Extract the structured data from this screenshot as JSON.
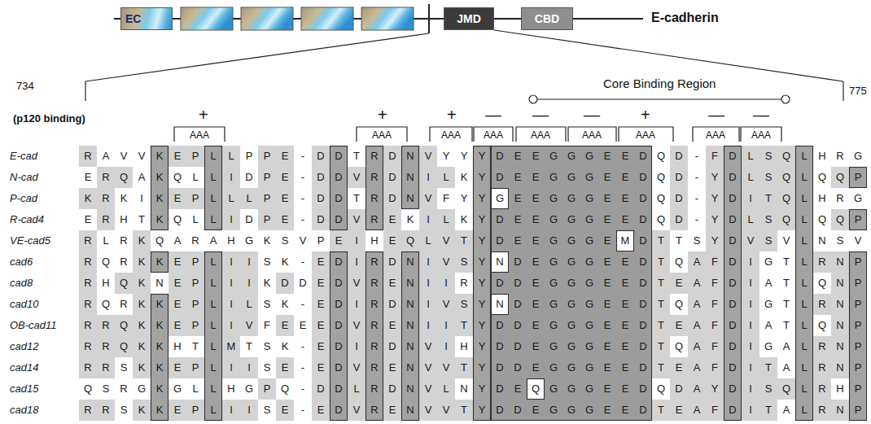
{
  "diagram": {
    "nodes": [
      {
        "text": [
          "EC"
        ]
      },
      {
        "text": [
          "JMD"
        ]
      },
      {
        "text": [
          "CBD"
        ]
      }
    ],
    "labels": [
      "E-cadherin",
      "734",
      "775",
      "(p120 binding)",
      "Core Binding Region",
      "+",
      "+",
      "+",
      "—",
      "—",
      "—",
      "+",
      "—",
      "—",
      "AAA",
      "AAA",
      "AAA",
      "AAA",
      "AAA",
      "AAA",
      "AAA",
      "AAA",
      "AAA",
      "E-cad",
      "R",
      "A",
      "V",
      "V",
      "K",
      "E",
      "P",
      "L",
      "L",
      "P",
      "P",
      "E",
      "-",
      "D",
      "D",
      "T",
      "R",
      "D",
      "N",
      "V",
      "Y",
      "Y",
      "Y",
      "D",
      "E",
      "E",
      "G",
      "G",
      "G",
      "E",
      "E",
      "D",
      "Q",
      "D",
      "-",
      "F",
      "D",
      "L",
      "S",
      "Q",
      "L",
      "H",
      "R",
      "G",
      "N-cad",
      "E",
      "R",
      "Q",
      "A",
      "K",
      "Q",
      "L",
      "L",
      "I",
      "D",
      "P",
      "E",
      "-",
      "D",
      "D",
      "V",
      "R",
      "D",
      "N",
      "I",
      "L",
      "K",
      "Y",
      "D",
      "E",
      "E",
      "G",
      "G",
      "G",
      "E",
      "E",
      "D",
      "Q",
      "D",
      "-",
      "Y",
      "D",
      "L",
      "S",
      "Q",
      "L",
      "Q",
      "Q",
      "P",
      "P-cad",
      "K",
      "R",
      "K",
      "I",
      "K",
      "E",
      "P",
      "L",
      "L",
      "L",
      "P",
      "E",
      "-",
      "D",
      "D",
      "T",
      "R",
      "D",
      "N",
      "V",
      "F",
      "Y",
      "Y",
      "G",
      "E",
      "E",
      "G",
      "G",
      "G",
      "E",
      "E",
      "D",
      "Q",
      "D",
      "-",
      "Y",
      "D",
      "I",
      "T",
      "Q",
      "L",
      "H",
      "R",
      "G",
      "R-cad4",
      "E",
      "R",
      "H",
      "T",
      "K",
      "Q",
      "L",
      "L",
      "I",
      "D",
      "P",
      "E",
      "-",
      "D",
      "D",
      "V",
      "R",
      "E",
      "K",
      "I",
      "L",
      "K",
      "Y",
      "D",
      "E",
      "E",
      "G",
      "G",
      "G",
      "E",
      "E",
      "D",
      "Q",
      "D",
      "-",
      "Y",
      "D",
      "L",
      "S",
      "Q",
      "L",
      "Q",
      "Q",
      "P",
      "VE-cad5",
      "R",
      "L",
      "R",
      "K",
      "Q",
      "A",
      "R",
      "A",
      "H",
      "G",
      "K",
      "S",
      "V",
      "P",
      "E",
      "I",
      "H",
      "E",
      "Q",
      "L",
      "V",
      "T",
      "Y",
      "D",
      "E",
      "E",
      "G",
      "G",
      "G",
      "E",
      "M",
      "D",
      "T",
      "T",
      "S",
      "Y",
      "D",
      "V",
      "S",
      "V",
      "L",
      "N",
      "S",
      "V",
      "cad6",
      "R",
      "Q",
      "R",
      "K",
      "K",
      "E",
      "P",
      "L",
      "I",
      "I",
      "S",
      "K",
      "-",
      "E",
      "D",
      "I",
      "R",
      "D",
      "N",
      "I",
      "V",
      "S",
      "Y",
      "N",
      "D",
      "E",
      "G",
      "G",
      "G",
      "E",
      "E",
      "D",
      "T",
      "Q",
      "A",
      "F",
      "D",
      "I",
      "G",
      "T",
      "L",
      "R",
      "N",
      "P",
      "cad8",
      "R",
      "H",
      "Q",
      "K",
      "N",
      "E",
      "P",
      "L",
      "I",
      "I",
      "K",
      "D",
      "D",
      "E",
      "D",
      "V",
      "R",
      "E",
      "N",
      "I",
      "I",
      "R",
      "Y",
      "D",
      "D",
      "E",
      "G",
      "G",
      "G",
      "E",
      "E",
      "D",
      "T",
      "E",
      "A",
      "F",
      "D",
      "I",
      "A",
      "T",
      "L",
      "Q",
      "N",
      "P",
      "cad10",
      "R",
      "Q",
      "R",
      "K",
      "K",
      "E",
      "P",
      "L",
      "I",
      "L",
      "S",
      "K",
      "-",
      "E",
      "D",
      "I",
      "R",
      "D",
      "N",
      "I",
      "V",
      "S",
      "Y",
      "N",
      "D",
      "E",
      "G",
      "G",
      "G",
      "E",
      "E",
      "D",
      "T",
      "Q",
      "A",
      "F",
      "D",
      "I",
      "G",
      "T",
      "L",
      "R",
      "N",
      "P",
      "OB-cad11",
      "R",
      "R",
      "Q",
      "K",
      "K",
      "E",
      "P",
      "L",
      "I",
      "V",
      "F",
      "E",
      "E",
      "E",
      "D",
      "V",
      "R",
      "E",
      "N",
      "I",
      "I",
      "T",
      "Y",
      "D",
      "D",
      "E",
      "G",
      "G",
      "G",
      "E",
      "E",
      "D",
      "T",
      "E",
      "A",
      "F",
      "D",
      "I",
      "A",
      "T",
      "L",
      "Q",
      "N",
      "P",
      "cad12",
      "R",
      "R",
      "Q",
      "K",
      "K",
      "H",
      "T",
      "L",
      "M",
      "T",
      "S",
      "K",
      "-",
      "E",
      "D",
      "I",
      "R",
      "D",
      "N",
      "V",
      "I",
      "H",
      "Y",
      "D",
      "D",
      "E",
      "G",
      "G",
      "G",
      "E",
      "E",
      "D",
      "T",
      "Q",
      "A",
      "F",
      "D",
      "I",
      "G",
      "A",
      "L",
      "R",
      "N",
      "P",
      "cad14",
      "R",
      "R",
      "S",
      "K",
      "K",
      "E",
      "P",
      "L",
      "I",
      "I",
      "S",
      "E",
      "-",
      "E",
      "D",
      "V",
      "R",
      "E",
      "N",
      "V",
      "V",
      "T",
      "Y",
      "D",
      "D",
      "E",
      "G",
      "G",
      "G",
      "E",
      "E",
      "D",
      "T",
      "E",
      "A",
      "F",
      "D",
      "I",
      "T",
      "A",
      "L",
      "R",
      "N",
      "P",
      "cad15",
      "Q",
      "S",
      "R",
      "G",
      "K",
      "G",
      "L",
      "L",
      "H",
      "G",
      "P",
      "Q",
      "-",
      "D",
      "D",
      "L",
      "R",
      "D",
      "N",
      "V",
      "L",
      "N",
      "Y",
      "D",
      "E",
      "Q",
      "G",
      "G",
      "G",
      "E",
      "E",
      "D",
      "Q",
      "D",
      "A",
      "Y",
      "D",
      "I",
      "S",
      "Q",
      "L",
      "R",
      "H",
      "P",
      "cad18",
      "R",
      "R",
      "S",
      "K",
      "K",
      "E",
      "P",
      "L",
      "I",
      "I",
      "S",
      "E",
      "-",
      "E",
      "D",
      "V",
      "R",
      "E",
      "N",
      "V",
      "V",
      "T",
      "Y",
      "D",
      "D",
      "E",
      "G",
      "G",
      "G",
      "E",
      "E",
      "D",
      "T",
      "E",
      "A",
      "F",
      "D",
      "I",
      "T",
      "A",
      "L",
      "R",
      "N",
      "P"
    ]
  }
}
